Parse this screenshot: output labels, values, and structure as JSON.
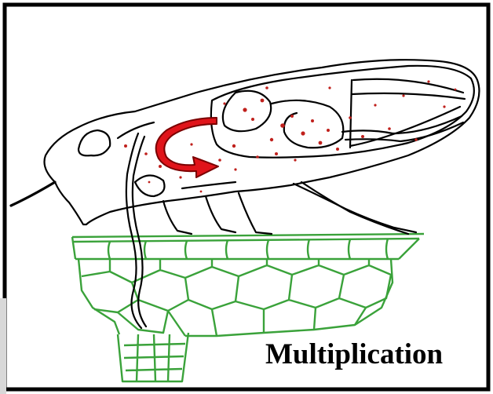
{
  "caption": "Multiplication",
  "colors": {
    "frame": "#000000",
    "insect_outline": "#000000",
    "plant_cells": "#3aa23a",
    "particles": "#c0201c",
    "arrow_fill": "#e0141a",
    "arrow_edge": "#7a0000"
  },
  "icons": [
    "insect-drawing",
    "plant-tissue-drawing",
    "curved-arrow-icon",
    "particle-dots"
  ]
}
